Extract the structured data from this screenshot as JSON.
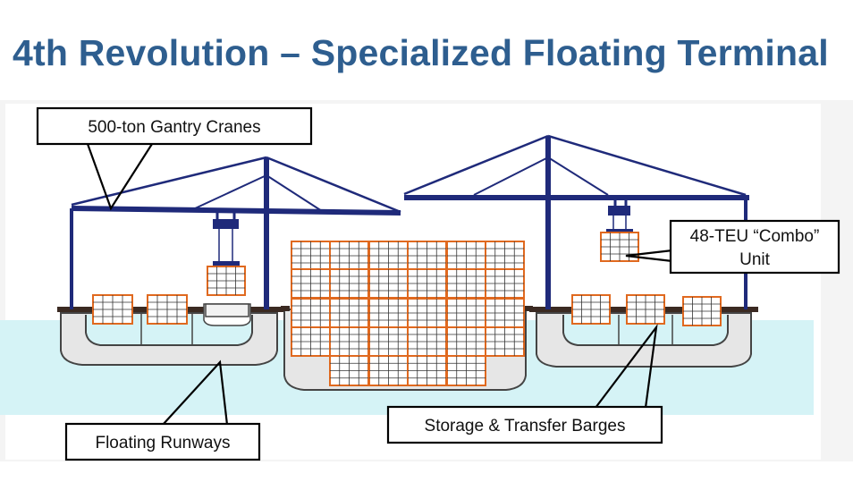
{
  "title": "4th Revolution – Specialized Floating Terminal",
  "callouts": {
    "cranes": "500-ton Gantry Cranes",
    "combo_line1": "48-TEU “Combo”",
    "combo_line2": "Unit",
    "runways": "Floating Runways",
    "barges": "Storage & Transfer Barges"
  },
  "colors": {
    "title": "#2e5e8f",
    "crane": "#1f2a7a",
    "container": "#e0691f",
    "water": "#d5f3f6",
    "hull_fill": "#e6e6e6",
    "hull_stroke": "#444444",
    "deck": "#3b2a22"
  }
}
